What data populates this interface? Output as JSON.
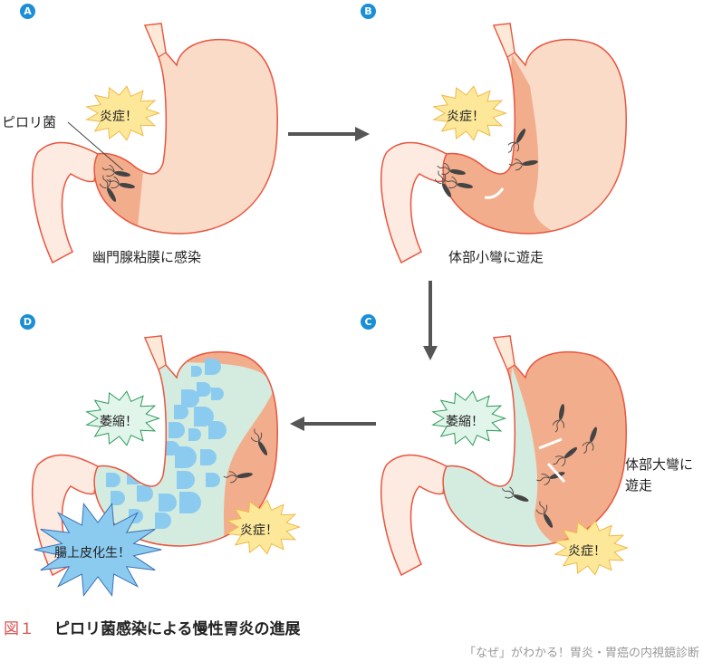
{
  "panels": [
    {
      "id": "A",
      "caption": "幽門腺粘膜に感染",
      "pointer_label": "ピロリ菌",
      "bursts": [
        "炎症！"
      ]
    },
    {
      "id": "B",
      "caption": "体部小彎に遊走",
      "bursts": [
        "炎症！"
      ]
    },
    {
      "id": "C",
      "caption": "体部大彎に\n遊走",
      "caption_lines": [
        "体部大彎に",
        "遊走"
      ],
      "bursts": [
        "萎縮！",
        "炎症！"
      ]
    },
    {
      "id": "D",
      "bursts": [
        "萎縮！",
        "炎症！",
        "腸上皮化生！"
      ]
    }
  ],
  "figure": {
    "number": "図１",
    "title": "ピロリ菌感染による慢性胃炎の進展",
    "source": "「なぜ」がわかる！胃炎・胃癌の内視鏡診断"
  },
  "colors": {
    "outline": "#e8553f",
    "stomach": "#fadbc8",
    "inflamed": "#f2ad8c",
    "atrophy": "#d4ecdf",
    "metaplasia": "#8ccbf0",
    "badge": "#1a8fd6",
    "inflam_burst": "#fde89a",
    "atrophy_burst": "#e2f5ea",
    "metaplasia_burst": "#8ccbf0"
  }
}
